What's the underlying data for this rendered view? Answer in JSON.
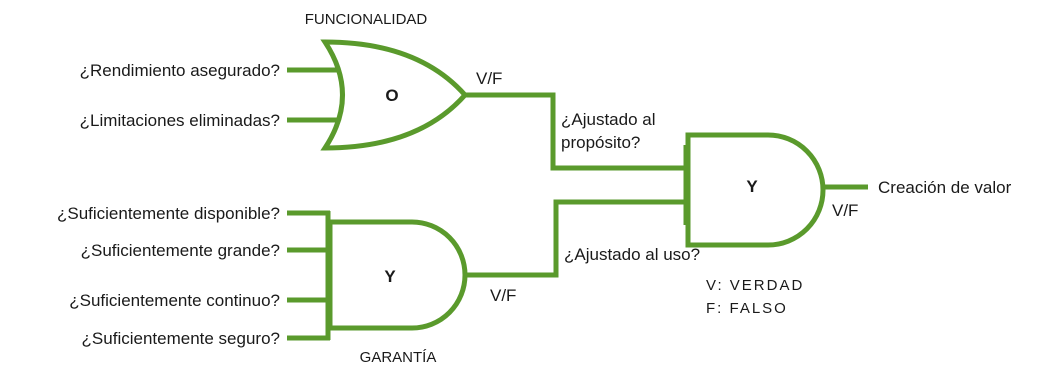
{
  "or_gate": {
    "title": "FUNCIONALIDAD",
    "symbol": "O",
    "inputs": [
      "¿Rendimiento asegurado?",
      "¿Limitaciones eliminadas?"
    ],
    "output": "V/F"
  },
  "and_gate_left": {
    "title": "GARANTÍA",
    "symbol": "Y",
    "inputs": [
      "¿Suficientemente disponible?",
      "¿Suficientemente grande?",
      "¿Suficientemente continuo?",
      "¿Suficientemente seguro?"
    ],
    "output": "V/F"
  },
  "and_gate_final": {
    "symbol": "Y",
    "input_top_line1": "¿Ajustado al",
    "input_top_line2": "propósito?",
    "input_bottom": "¿Ajustado al uso?",
    "output_label": "V/F",
    "output": "Creación de valor"
  },
  "legend": {
    "true": "V: VERDAD",
    "false": "F: FALSO"
  },
  "colors": {
    "wire": "#5a9a2c",
    "text": "#1a1a1a"
  }
}
